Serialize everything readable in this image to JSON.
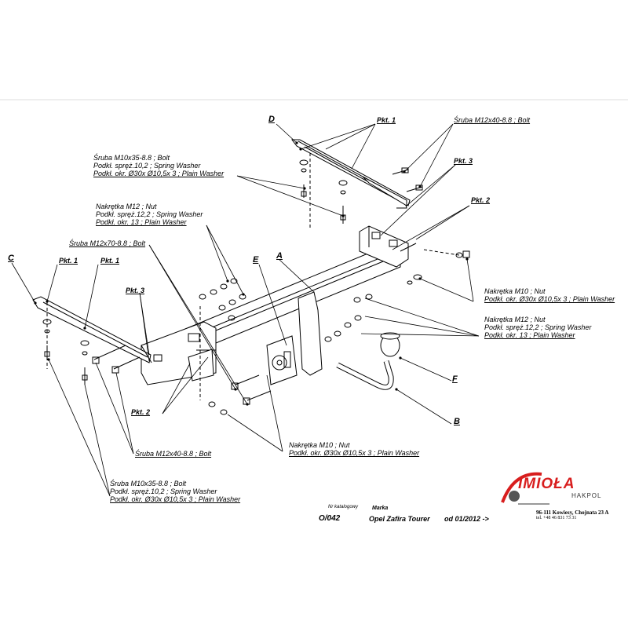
{
  "parts": {
    "A": "A",
    "B": "B",
    "C": "C",
    "D": "D",
    "E": "E",
    "F": "F"
  },
  "labels": {
    "pkt1_top": "Pkt. 1",
    "bolt_top": "Śruba M12x40-8.8 ;  Bolt",
    "pkt3_top": "Pkt. 3",
    "pkt2_top": "Pkt. 2",
    "bolt_d_lines": [
      "Śruba M10x35-8.8 ;  Bolt",
      "Podkł. spręż.10,2 ; Spring Washer",
      "Podkł. okr. Ø30x Ø10,5x 3 ; Plain Washer"
    ],
    "nut_m12_left": [
      "Nakrętka  M12 ; Nut",
      "Podkł. spręż.12,2 ; Spring Washer",
      "Podkł. okr. 13 ; Plain Washer"
    ],
    "bolt_m12x70": "Śruba M12x70-8.8 ;  Bolt",
    "pkt1_c1": "Pkt. 1",
    "pkt1_c2": "Pkt. 1",
    "pkt3_left": "Pkt. 3",
    "pkt2_left": "Pkt. 2",
    "nut_m10_right": [
      "Nakrętka  M10 ; Nut",
      "Podkł. okr.  Ø30x Ø10,5x 3 ; Plain Washer"
    ],
    "nut_m12_right": [
      "Nakrętka  M12 ; Nut",
      "Podkł. spręż.12,2 ; Spring Washer",
      "Podkł. okr. 13 ; Plain Washer"
    ],
    "nut_m10_bottom": [
      "Nakrętka  M10 ; Nut",
      "Podkł. okr.  Ø30x Ø10,5x 3 ; Plain Washer"
    ],
    "bolt_m12x40_bottom": "Śruba M12x40-8.8 ;  Bolt",
    "bolt_c_lines": [
      "Śruba M10x35-8.8 ;  Bolt",
      "Podkł. spręż.10,2 ; Spring Washer",
      "Podkł. okr.  Ø30x Ø10,5x 3 ; Plain Washer"
    ]
  },
  "caption": {
    "catalog_label": "Nr katalogowy",
    "catalog_value": "O/042",
    "brand_label": "Marka",
    "brand_value": "Opel Zafira Tourer",
    "date_value": "od 01/2012  ->"
  },
  "brand": {
    "name": "IMIOŁA",
    "sub": "HAKPOL",
    "address": "96-111 Kowiesy, Chojnata 23 A",
    "tel": "tel. +48 46 831 73 31",
    "color": "#d81e1e"
  }
}
